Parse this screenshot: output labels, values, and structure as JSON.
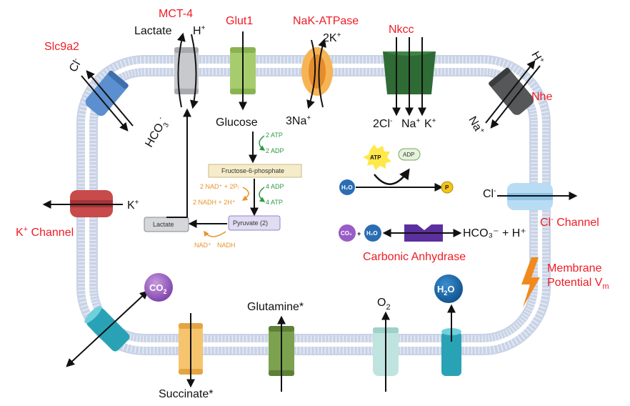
{
  "transporters": {
    "mct4": "MCT-4",
    "glut1": "Glut1",
    "nak_atpase": "NaK-ATPase",
    "nkcc": "Nkcc",
    "slc9a2": "Slc9a2",
    "nhe": "Nhe",
    "k_channel": "K",
    "k_channel_sup": "+",
    "k_channel_rest": " Channel",
    "cl_channel": "Cl",
    "cl_channel_sup": "-",
    "cl_channel_rest": " Channel",
    "carbonic_anhydrase": "Carbonic Anhydrase",
    "membrane_potential": "Membrane",
    "membrane_potential_2": "Potential V",
    "membrane_potential_sub": "m"
  },
  "molecules": {
    "lactate": "Lactate",
    "h": "H",
    "h_sup": "+",
    "glucose": "Glucose",
    "two_k": "2K",
    "two_k_sup": "+",
    "three_na": "3Na",
    "three_na_sup": "+",
    "two_cl": "2Cl",
    "two_cl_sup": "-",
    "na": "Na",
    "na_sup": "+",
    "k": "K",
    "k_sup": "+",
    "cl": "Cl",
    "cl_sup": "-",
    "hco3": "HCO",
    "hco3_sub": "3",
    "hco3_sup": "-",
    "nhe_h": "H",
    "nhe_h_sup": "+",
    "nhe_na": "Na",
    "nhe_na_sup": "+",
    "k_out": "K",
    "k_out_sup": "+",
    "cl_in": "Cl",
    "cl_in_sup": "-",
    "co2": "CO",
    "co2_sub": "2",
    "h2o": "H",
    "h2o_sub": "2",
    "h2o_o": "O",
    "glutamine": "Glutamine*",
    "o2": "O",
    "o2_sub": "2",
    "succinate": "Succinate*"
  },
  "glycolysis": {
    "atp_in": "2 ATP",
    "adp_out": "2 ADP",
    "f6p": "Fructose-6-phosphate",
    "nad_in": "2 NAD⁺ + 2Pᵢ",
    "nadh_out": "2 NADH + 2H⁺",
    "adp_in": "4 ADP",
    "atp_out": "4 ATP",
    "pyruvate": "Pyruvate (2)",
    "lactate_box": "Lactate",
    "nad": "NAD⁺",
    "nadh": "NADH"
  },
  "atp_panel": {
    "atp": "ATP",
    "adp": "ADP",
    "h2o": "H₂O",
    "p": "P"
  },
  "ca_panel": {
    "co2": "CO₂",
    "plus": "+",
    "h2o": "H₂O",
    "product": "HCO₃⁻ + H⁺"
  },
  "colors": {
    "label_red": "#ee1c25",
    "membrane": "#c9d3e6",
    "glycolysis_green": "#2e9a46",
    "glycolysis_orange": "#e8922b"
  }
}
